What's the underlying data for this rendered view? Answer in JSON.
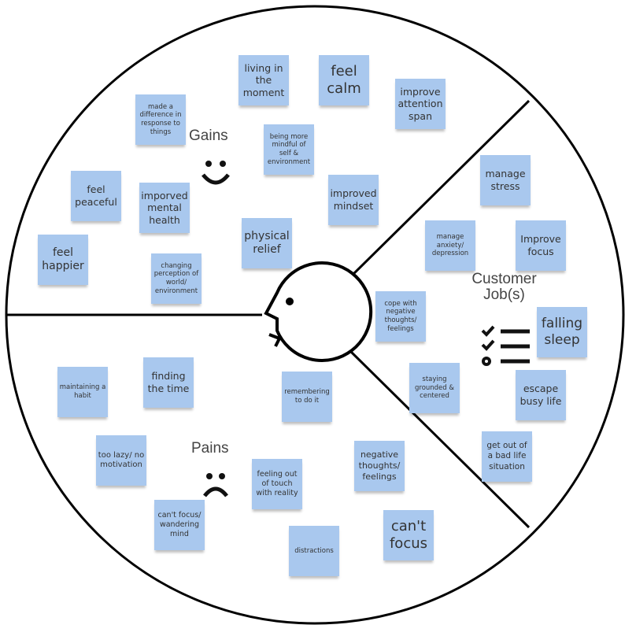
{
  "sections": {
    "gains": {
      "label": "Gains",
      "icon": "smiley-face-icon",
      "notes": [
        "living in the moment",
        "feel calm",
        "improve attention span",
        "made a difference in response to things",
        "being more mindful of self & environment",
        "feel peaceful",
        "imporved mental health",
        "improved mindset",
        "feel happier",
        "physical relief",
        "changing perception of world/ environment"
      ]
    },
    "jobs": {
      "label": "Customer Job(s)",
      "icon": "checklist-icon",
      "notes": [
        "manage stress",
        "manage anxiety/ depression",
        "Improve focus",
        "cope with negative thoughts/ feelings",
        "falling sleep",
        "staying grounded & centered",
        "escape busy life",
        "get out of a bad life situation"
      ]
    },
    "pains": {
      "label": "Pains",
      "icon": "frowning-face-icon",
      "notes": [
        "maintaining a habit",
        "finding the time",
        "remembering to do it",
        "too lazy/ no motivation",
        "negative thoughts/ feelings",
        "feeling out of touch with reality",
        "can't focus/ wandering mind",
        "can't focus",
        "distractions"
      ]
    }
  },
  "colors": {
    "note": "#a9c8ee",
    "line": "#000000"
  }
}
